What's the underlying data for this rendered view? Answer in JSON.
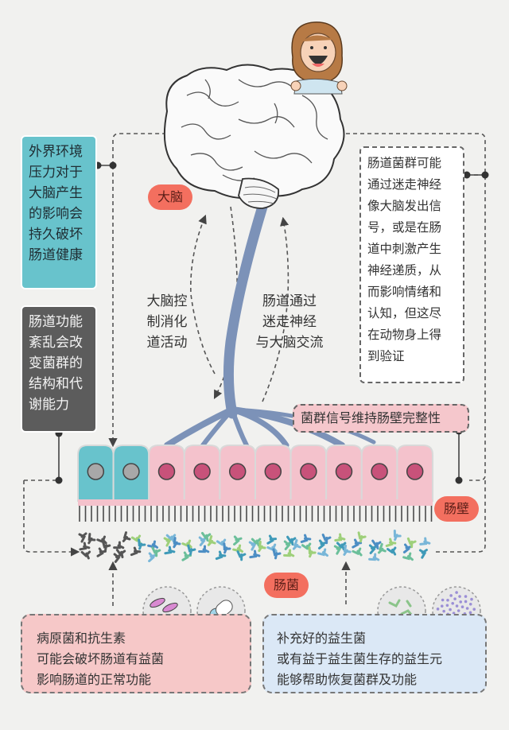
{
  "labels": {
    "brain": "大脑",
    "gut_wall": "肠壁",
    "gut_bacteria": "肠菌"
  },
  "boxes": {
    "external_stress": [
      "外界环境",
      "压力对于",
      "大脑产生",
      "的影响会",
      "持久破坏",
      "肠道健康"
    ],
    "gut_dysfunction": [
      "肠道功能",
      "紊乱会改",
      "变菌群的",
      "结构和代",
      "谢能力"
    ],
    "vagus_signal": [
      "肠道菌群可能",
      "通过迷走神经",
      "像大脑发出信",
      "号，或是在肠",
      "道中刺激产生",
      "神经递质，从",
      "而影响情绪和",
      "认知，但这尽",
      "在动物身上得",
      "到验证"
    ],
    "brain_controls": [
      "大脑控",
      "制消化",
      "道活动"
    ],
    "gut_communicates": [
      "肠道通过",
      "迷走神经",
      "与大脑交流"
    ],
    "flora_signal": "菌群信号维持肠壁完整性",
    "pathogens": [
      "病原菌和抗生素",
      "可能会破坏肠道有益菌",
      "影响肠道的正常功能"
    ],
    "probiotics": [
      "补充好的益生菌",
      "或有益于益生菌生存的益生元",
      "能够帮助恢复菌群及功能"
    ]
  },
  "colors": {
    "teal": "#68c3cc",
    "pink_cell": "#f4c2cc",
    "nucleus_pink": "#c8527a",
    "nucleus_grey": "#a8a8a8",
    "nerve": "#7c92b8",
    "label_red": "#f36f5f"
  },
  "cells": {
    "teal_count": 2,
    "pink_count": 8
  }
}
